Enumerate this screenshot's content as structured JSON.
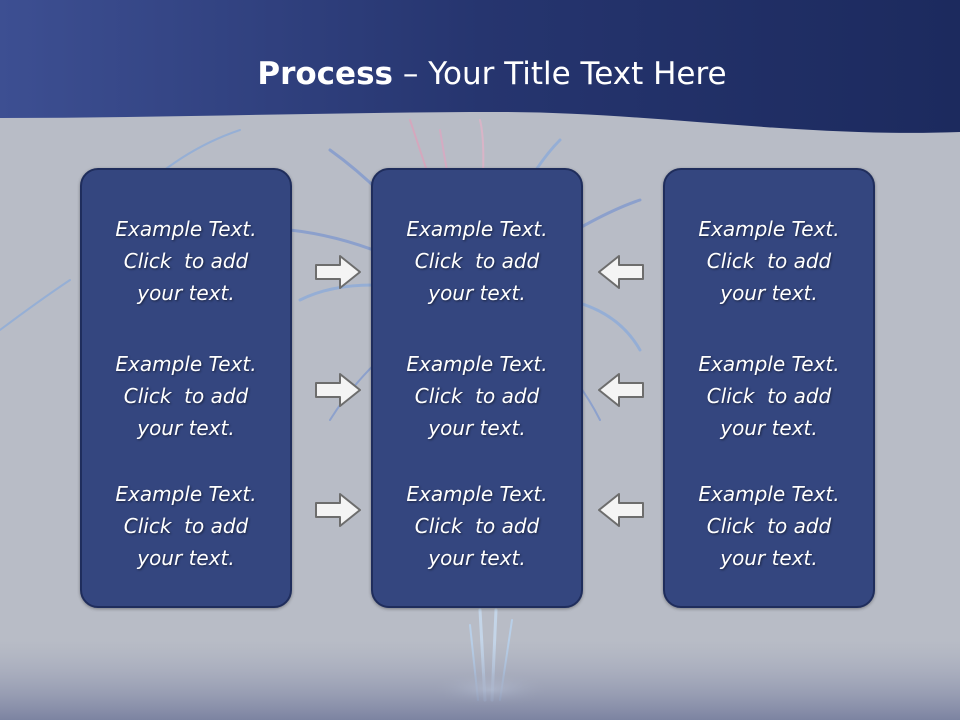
{
  "slide": {
    "title_bold": "Process",
    "title_rest": " – Your Title Text Here",
    "colors": {
      "header_band": "#2b3a78",
      "panel_fill": "#34467f",
      "panel_border": "#1f2d5c",
      "background": "#b8bcc6"
    },
    "panels": [
      {
        "blocks": [
          {
            "line1": "Example Text.",
            "line2": "Click  to add",
            "line3": "your text."
          },
          {
            "line1": "Example Text.",
            "line2": "Click  to add",
            "line3": "your text."
          },
          {
            "line1": "Example Text.",
            "line2": "Click  to add",
            "line3": "your text."
          }
        ]
      },
      {
        "blocks": [
          {
            "line1": "Example Text.",
            "line2": "Click  to add",
            "line3": "your text."
          },
          {
            "line1": "Example Text.",
            "line2": "Click  to add",
            "line3": "your text."
          },
          {
            "line1": "Example Text.",
            "line2": "Click  to add",
            "line3": "your text."
          }
        ]
      },
      {
        "blocks": [
          {
            "line1": "Example Text.",
            "line2": "Click  to add",
            "line3": "your text."
          },
          {
            "line1": "Example Text.",
            "line2": "Click  to add",
            "line3": "your text."
          },
          {
            "line1": "Example Text.",
            "line2": "Click  to add",
            "line3": "your text."
          }
        ]
      }
    ],
    "arrows": {
      "left_group": "arrow-right-icon",
      "right_group": "arrow-left-icon"
    }
  }
}
